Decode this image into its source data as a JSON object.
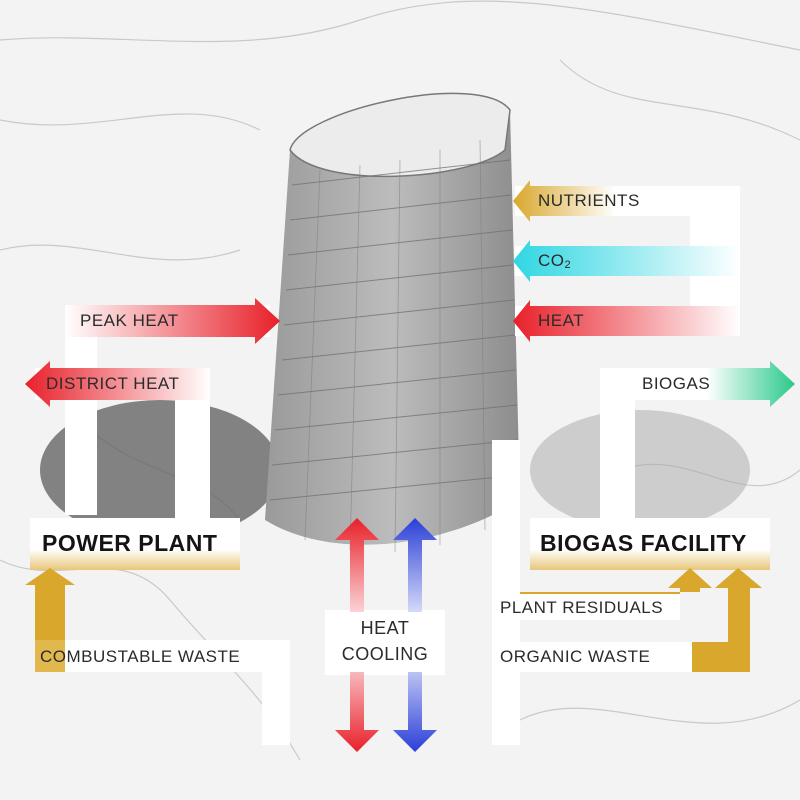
{
  "colors": {
    "red": "#e8202a",
    "blue": "#2a3fd8",
    "gold": "#d9a72c",
    "cyan": "#2fd6e2",
    "green": "#29c98a",
    "band": "#ffffff"
  },
  "labels": {
    "nutrients": "NUTRIENTS",
    "co2_base": "CO",
    "co2_sub": "2",
    "heat": "HEAT",
    "peak_heat": "PEAK HEAT",
    "district_heat": "DISTRICT HEAT",
    "biogas": "BIOGAS",
    "power_plant": "POWER PLANT",
    "biogas_facility": "BIOGAS FACILITY",
    "plant_residuals": "PLANT RESIDUALS",
    "center_heat": "HEAT",
    "center_cooling": "COOLING",
    "combustable_waste": "COMBUSTABLE WASTE",
    "organic_waste": "ORGANIC WASTE"
  }
}
